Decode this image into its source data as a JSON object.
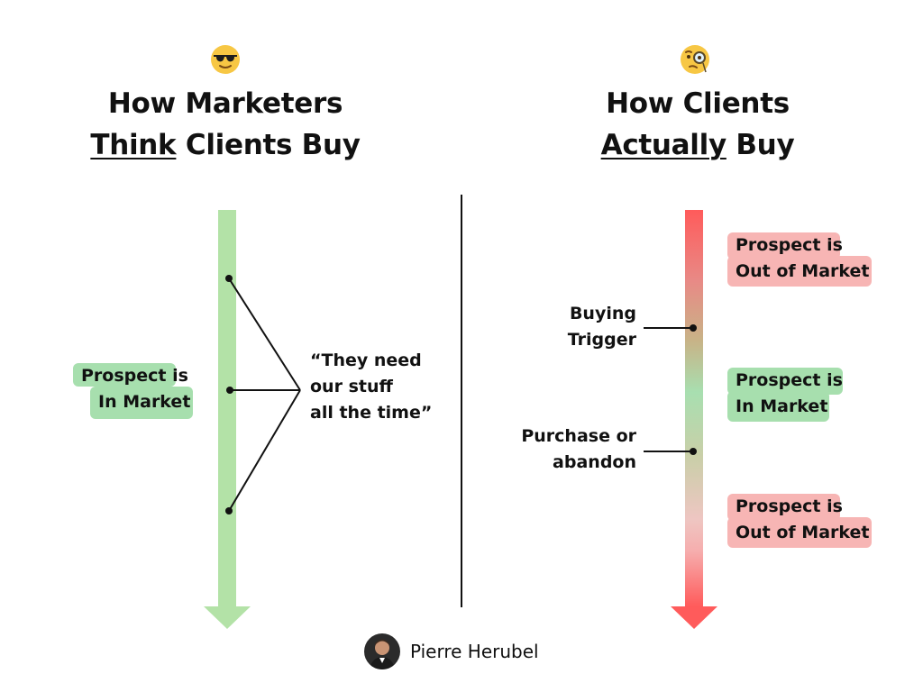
{
  "left": {
    "emoji": "smiling-face-with-sunglasses",
    "title_line1": "How Marketers",
    "title_underlined": "Think",
    "title_rest": " Clients Buy",
    "tag_line1": "Prospect is",
    "tag_line2": "In Market",
    "quote_line1": "“They need",
    "quote_line2": "our stuff",
    "quote_line3": "all the time”",
    "arrow_color": "#b3e2a7"
  },
  "right": {
    "emoji": "face-with-monocle",
    "title_line1": "How Clients",
    "title_underlined": "Actually",
    "title_rest": " Buy",
    "top_tag_line1": "Prospect is",
    "top_tag_line2": "Out of Market",
    "mid_tag_line1": "Prospect is",
    "mid_tag_line2": "In Market",
    "bottom_tag_line1": "Prospect is",
    "bottom_tag_line2": "Out of Market",
    "trigger_line1": "Buying",
    "trigger_line2": "Trigger",
    "purchase_line1": "Purchase or",
    "purchase_line2": "abandon",
    "red_color": "#ff5b5b",
    "green_color": "#a7dfae"
  },
  "footer": {
    "author": "Pierre Herubel"
  }
}
